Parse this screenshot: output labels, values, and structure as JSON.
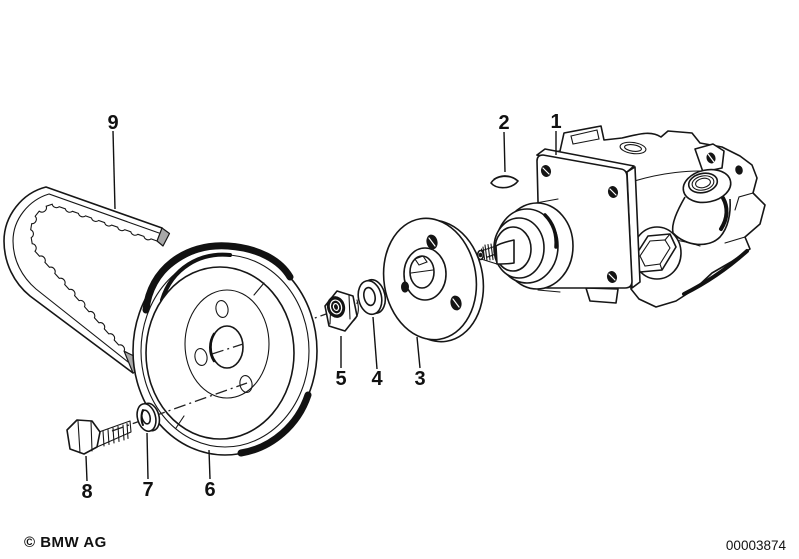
{
  "footer": {
    "copyright": "© BMW AG",
    "document_number": "00003874"
  },
  "callouts": {
    "1": {
      "label": "1"
    },
    "2": {
      "label": "2"
    },
    "3": {
      "label": "3"
    },
    "4": {
      "label": "4"
    },
    "5": {
      "label": "5"
    },
    "6": {
      "label": "6"
    },
    "7": {
      "label": "7"
    },
    "8": {
      "label": "8"
    },
    "9": {
      "label": "9"
    }
  }
}
